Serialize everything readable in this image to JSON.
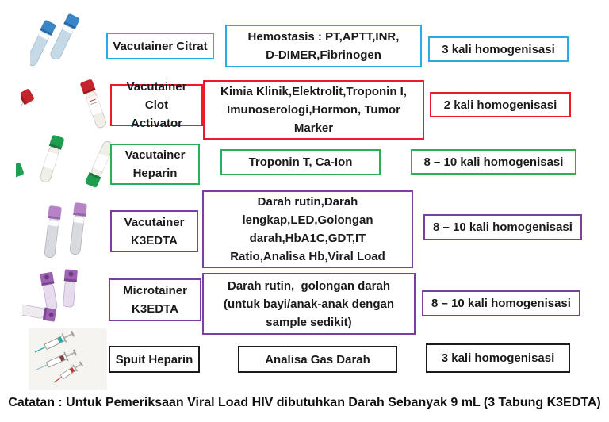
{
  "note": "Catatan : Untuk Pemeriksaan Viral Load HIV dibutuhkan Darah Sebanyak 9 mL (3 Tabung K3EDTA)",
  "colors": {
    "citrat": "#29ABE2",
    "clot_activator": "#EC1C24",
    "heparin": "#2AAF56",
    "k3edta": "#7B3FA0",
    "spuit": "#1B1B1B"
  },
  "rows": [
    {
      "id": "citrat",
      "color": "#29ABE2",
      "image_icon": "blue-citrate-tubes",
      "type_label": "Vacutainer Citrat",
      "tests_label": "Hemostasis : PT,APTT,INR,\nD-DIMER,Fibrinogen",
      "homogenization_label": "3 kali homogenisasi"
    },
    {
      "id": "clot-activator",
      "color": "#EC1C24",
      "image_icon": "red-clot-activator-tubes",
      "type_label": "Vacutainer Clot\nActivator",
      "tests_label": "Kimia Klinik,Elektrolit,Troponin I,\nImunoserologi,Hormon, Tumor\nMarker",
      "homogenization_label": "2 kali homogenisasi"
    },
    {
      "id": "heparin",
      "color": "#2AAF56",
      "image_icon": "green-heparin-tubes",
      "type_label": "Vacutainer\nHeparin",
      "tests_label": "Troponin T, Ca-Ion",
      "homogenization_label": "8 – 10 kali homogenisasi"
    },
    {
      "id": "k3edta",
      "color": "#7B3FA0",
      "image_icon": "purple-k3edta-tubes",
      "type_label": "Vacutainer\nK3EDTA",
      "tests_label": "Darah rutin,Darah\nlengkap,LED,Golongan\ndarah,HbA1C,GDT,IT\nRatio,Analisa Hb,Viral Load",
      "homogenization_label": "8 – 10 kali homogenisasi"
    },
    {
      "id": "microtainer",
      "color": "#7B3FA0",
      "image_icon": "purple-microtainer-tubes",
      "type_label": "Microtainer\nK3EDTA",
      "tests_label": "Darah rutin,  golongan darah\n(untuk bayi/anak-anak dengan\nsample sedikit)",
      "homogenization_label": "8 – 10 kali homogenisasi"
    },
    {
      "id": "spuit-heparin",
      "color": "#1B1B1B",
      "image_icon": "heparin-syringes",
      "type_label": "Spuit Heparin",
      "tests_label": "Analisa Gas Darah",
      "homogenization_label": "3 kali homogenisasi"
    }
  ]
}
